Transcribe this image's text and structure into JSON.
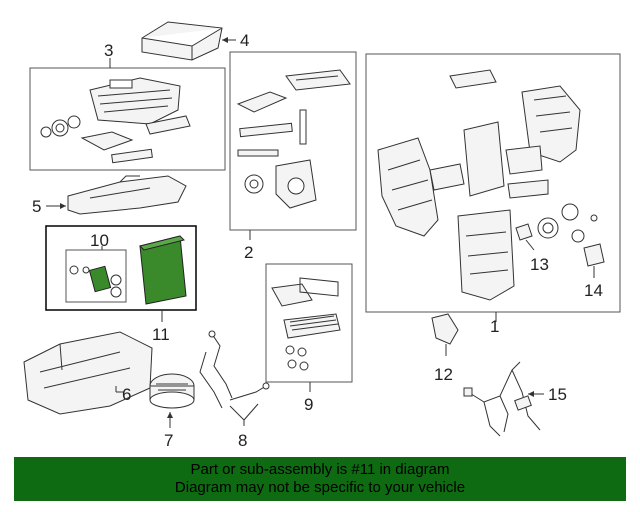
{
  "callouts": {
    "c1": "1",
    "c2": "2",
    "c3": "3",
    "c4": "4",
    "c5": "5",
    "c6": "6",
    "c7": "7",
    "c8": "8",
    "c9": "9",
    "c10": "10",
    "c11": "11",
    "c12": "12",
    "c13": "13",
    "c14": "14",
    "c15": "15"
  },
  "highlight": {
    "part": "11",
    "color": "#3a8a2c"
  },
  "banner": {
    "line1": "Part or sub-assembly is #11 in diagram",
    "line2": "Diagram may not be specific to your vehicle",
    "color": "#0e6b12"
  }
}
